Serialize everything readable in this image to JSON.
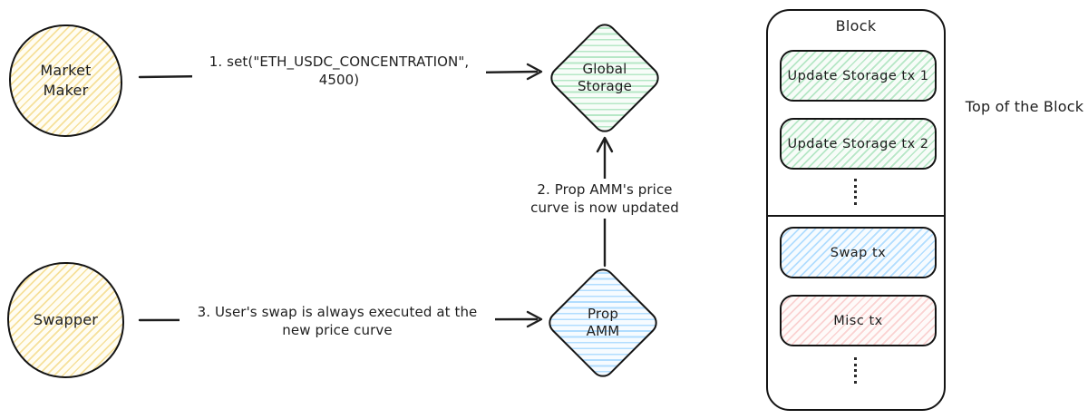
{
  "flow": {
    "market_maker_label": "Market\nMaker",
    "swapper_label": "Swapper",
    "global_storage_label": "Global\nStorage",
    "prop_amm_label": "Prop\nAMM",
    "step1_label": "1. set(\"ETH_USDC_CONCENTRATION\",\n4500)",
    "step2_label": "2. Prop AMM's price\ncurve is now updated",
    "step3_label": "3. User's swap is always executed at the\nnew price curve"
  },
  "block": {
    "title": "Block",
    "transactions": [
      {
        "label": "Update Storage tx 1",
        "color": "#b2e6c3"
      },
      {
        "label": "Update Storage tx 2",
        "color": "#b2e6c3"
      },
      {
        "label": "Swap tx",
        "color": "#a5d8ff"
      },
      {
        "label": "Misc tx",
        "color": "#facdcd"
      }
    ],
    "annotation": "Top of the Block"
  },
  "colors": {
    "stroke": "#1e1e1e",
    "yellow_hatch": "#f5dd90",
    "green_hatch": "#b2e6c3",
    "blue_hatch": "#a5d8ff",
    "red_hatch": "#facdcd"
  }
}
